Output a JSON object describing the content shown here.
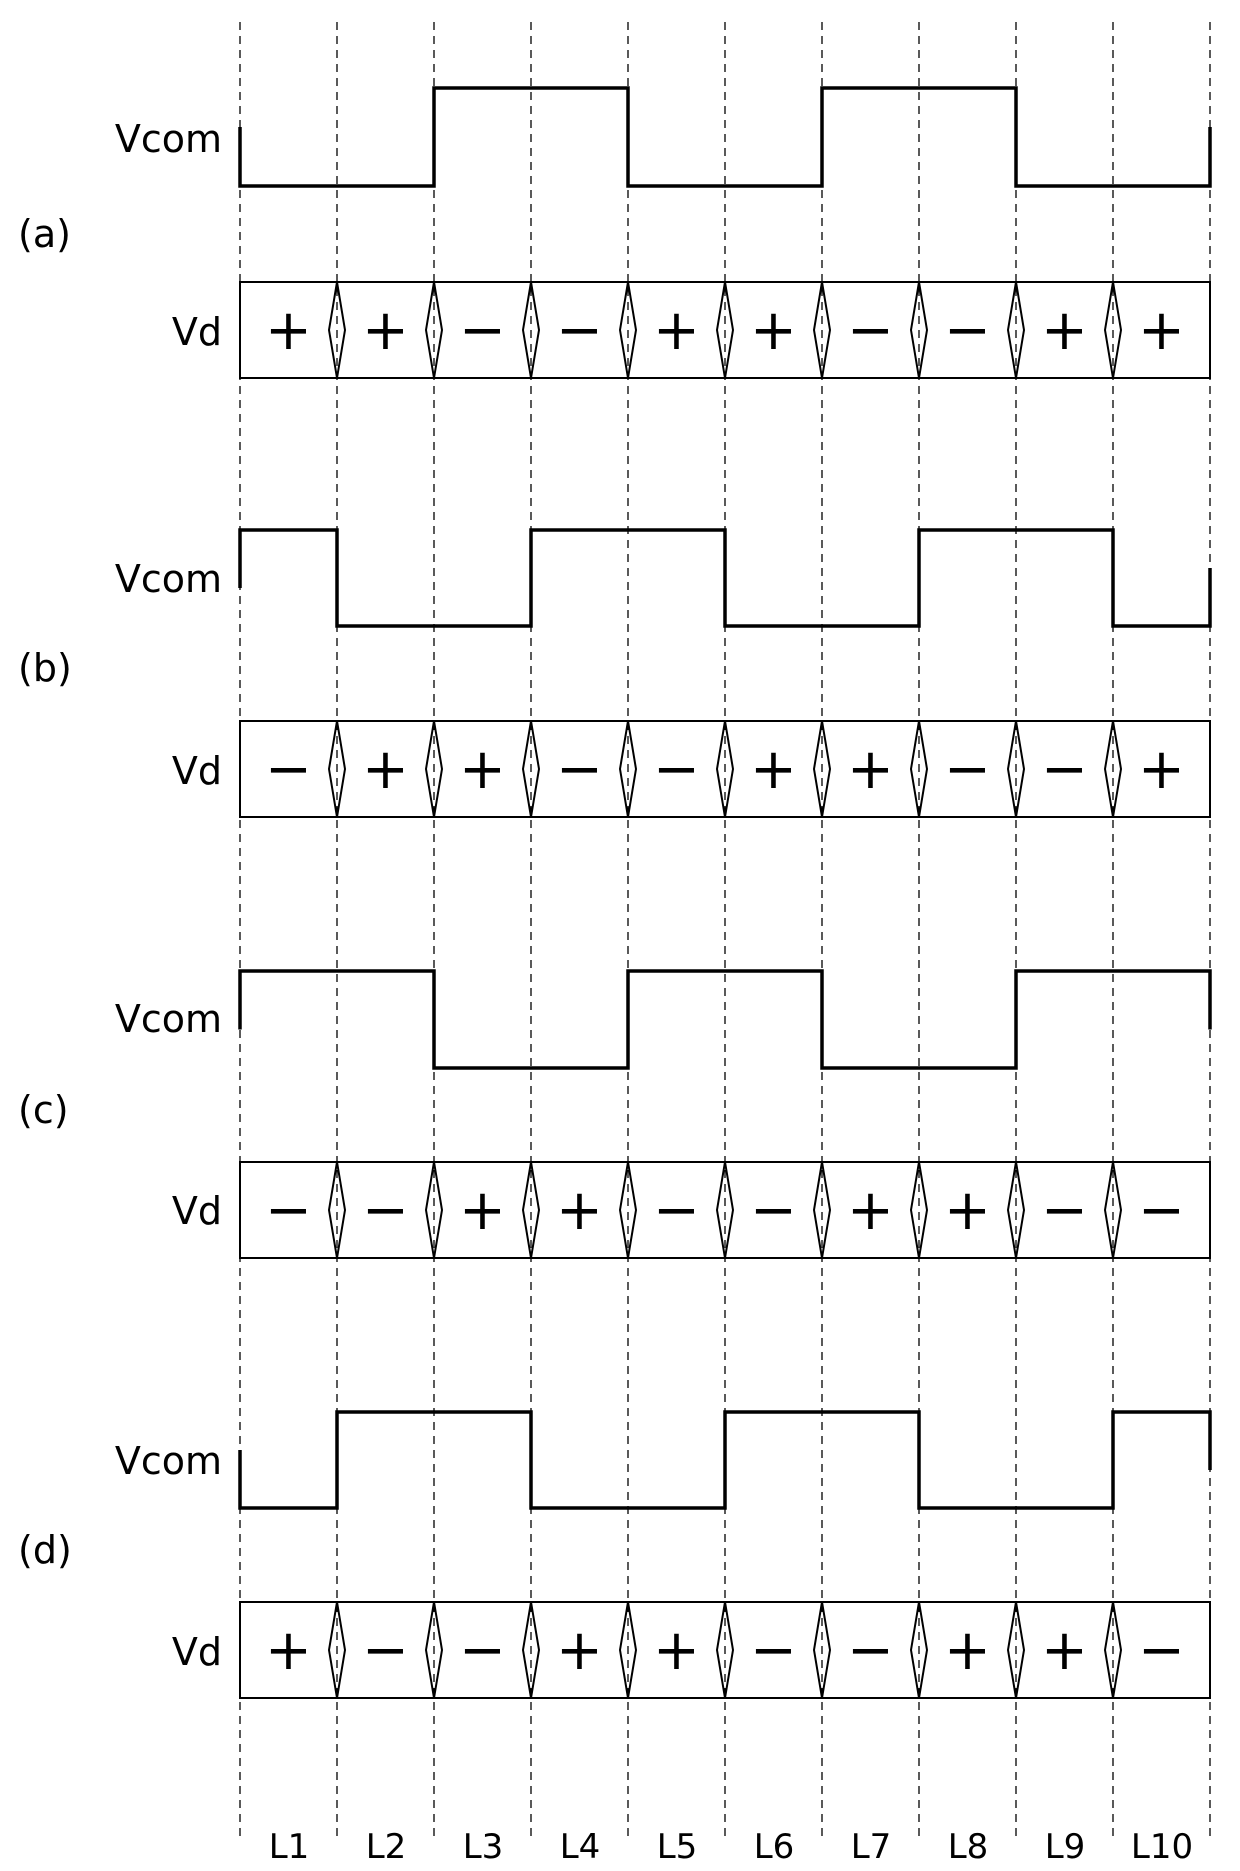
{
  "columns": [
    "L1",
    "L2",
    "L3",
    "L4",
    "L5",
    "L6",
    "L7",
    "L8",
    "L9",
    "L10"
  ],
  "panels": [
    {
      "id": "(a)",
      "vcom_label": "Vcom",
      "vd_label": "Vd",
      "vcom_levels": [
        "low",
        "low",
        "high",
        "high",
        "low",
        "low",
        "high",
        "high",
        "low",
        "low"
      ],
      "vd_polarity": [
        "+",
        "+",
        "−",
        "−",
        "+",
        "+",
        "−",
        "−",
        "+",
        "+"
      ]
    },
    {
      "id": "(b)",
      "vcom_label": "Vcom",
      "vd_label": "Vd",
      "vcom_levels": [
        "high",
        "low",
        "low",
        "high",
        "high",
        "low",
        "low",
        "high",
        "high",
        "low"
      ],
      "vd_polarity": [
        "−",
        "+",
        "+",
        "−",
        "−",
        "+",
        "+",
        "−",
        "−",
        "+"
      ]
    },
    {
      "id": "(c)",
      "vcom_label": "Vcom",
      "vd_label": "Vd",
      "vcom_levels": [
        "high",
        "high",
        "low",
        "low",
        "high",
        "high",
        "low",
        "low",
        "high",
        "high"
      ],
      "vd_polarity": [
        "−",
        "−",
        "+",
        "+",
        "−",
        "−",
        "+",
        "+",
        "−",
        "−"
      ]
    },
    {
      "id": "(d)",
      "vcom_label": "Vcom",
      "vd_label": "Vd",
      "vcom_levels": [
        "low",
        "high",
        "high",
        "low",
        "low",
        "high",
        "high",
        "low",
        "low",
        "high"
      ],
      "vd_polarity": [
        "+",
        "−",
        "−",
        "+",
        "+",
        "−",
        "−",
        "+",
        "+",
        "−"
      ]
    }
  ]
}
